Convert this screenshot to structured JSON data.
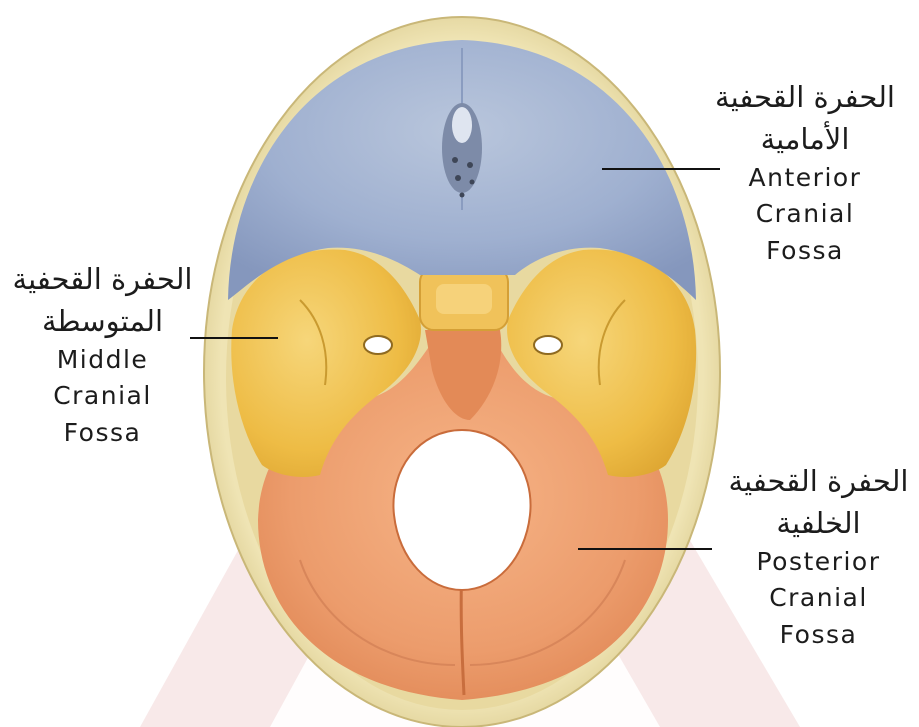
{
  "colors": {
    "anterior_fossa": "#9fb0d0",
    "middle_fossa": "#eebc45",
    "posterior_fossa": "#ec9c6c",
    "skull_bone": "#e9dda6",
    "foramen_magnum": "#ffffff",
    "watermark": "#f6e1e1"
  },
  "labels": {
    "anterior": {
      "arabic_line1": "الحفرة القحفية",
      "arabic_line2": "الأمامية",
      "english_line1": "Anterior",
      "english_line2": "Cranial",
      "english_line3": "Fossa"
    },
    "middle": {
      "arabic_line1": "الحفرة القحفية",
      "arabic_line2": "المتوسطة",
      "english_line1": "Middle",
      "english_line2": "Cranial",
      "english_line3": "Fossa"
    },
    "posterior": {
      "arabic_line1": "الحفرة القحفية",
      "arabic_line2": "الخلفية",
      "english_line1": "Posterior",
      "english_line2": "Cranial",
      "english_line3": "Fossa"
    }
  }
}
